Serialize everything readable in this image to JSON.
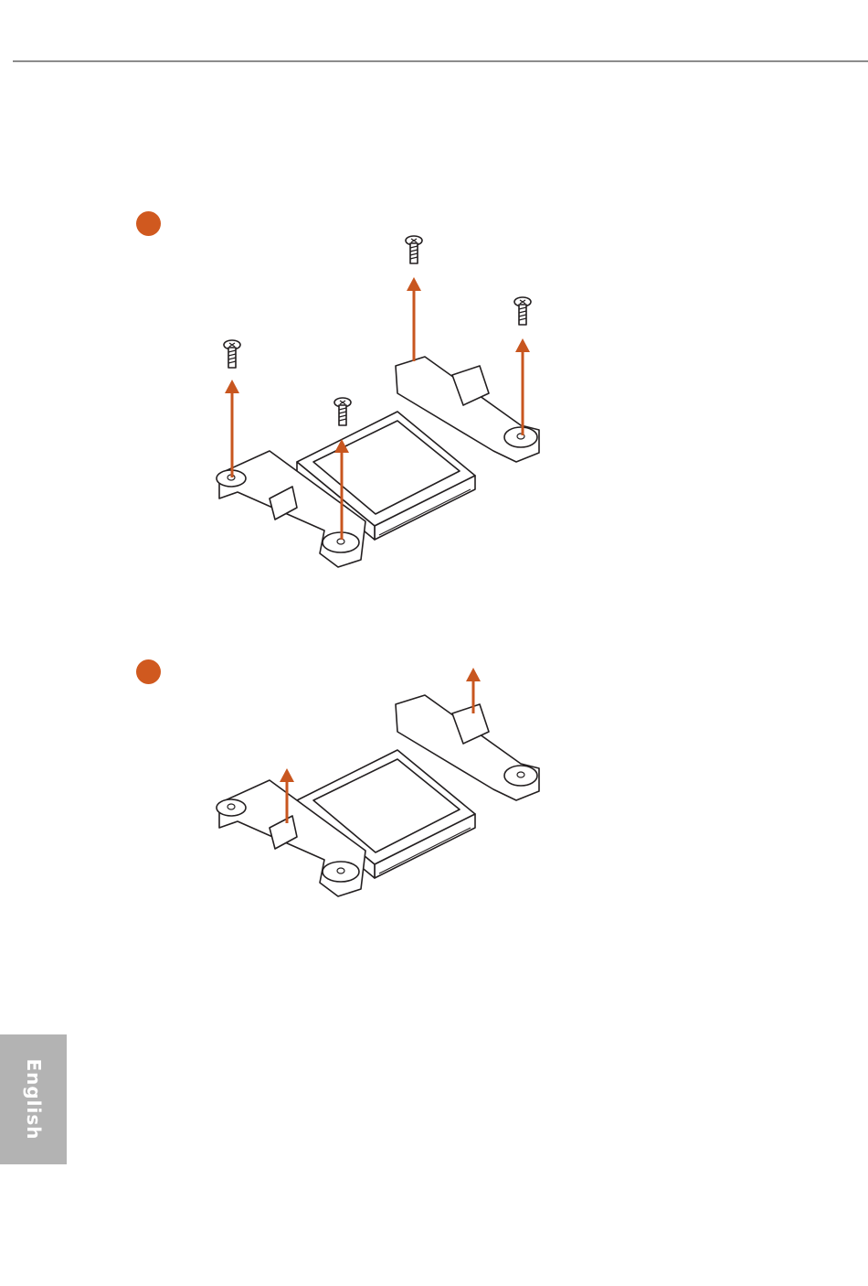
{
  "side_tab": {
    "label": "English"
  },
  "colors": {
    "accent": "#d0591f",
    "rule": "#8c8c8c",
    "tab": "#b3b3b3",
    "arrow": "#c8561f"
  },
  "steps": [
    {
      "marker": "orange-circle",
      "action": "remove-four-screws"
    },
    {
      "marker": "orange-circle",
      "action": "lift-off-retention-modules"
    }
  ]
}
